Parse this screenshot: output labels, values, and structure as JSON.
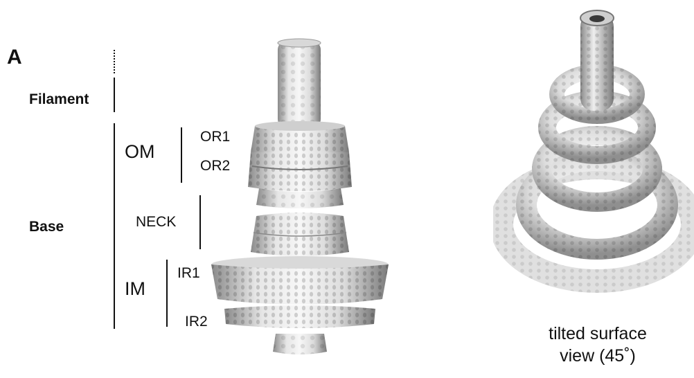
{
  "panel_label": "A",
  "region_labels": {
    "filament": "Filament",
    "base": "Base",
    "om": "OM",
    "or1": "OR1",
    "or2": "OR2",
    "neck": "NECK",
    "im": "IM",
    "ir1": "IR1",
    "ir2": "IR2"
  },
  "caption": {
    "line1": "tilted surface",
    "line2": "view (45˚)"
  },
  "colors": {
    "surface_light": "#f2f2f2",
    "surface_shadow": "#8c8c8c",
    "surface_dark": "#555555",
    "text": "#111111"
  }
}
